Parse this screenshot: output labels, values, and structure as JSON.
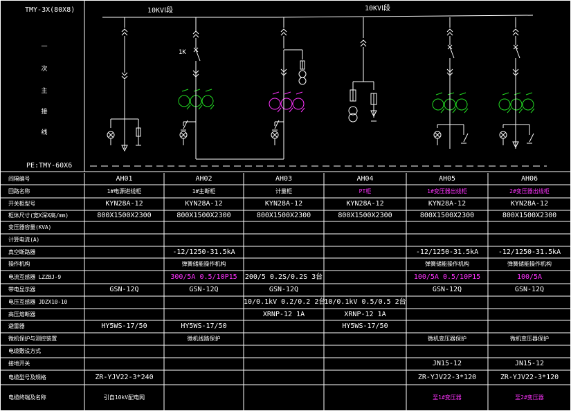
{
  "header": {
    "busbar_left_spec": "TMY-3X(80X8)",
    "vertical_title": [
      "一",
      "次",
      "主",
      "接",
      "线"
    ],
    "pe_spec": "PE:TMY-60X6",
    "bus_label_1": "10KVⅠ段",
    "bus_label_2": "10KVⅠ段",
    "switch_label_ah02": "1K"
  },
  "colors": {
    "line": "#ffffff",
    "ct_green": "#22dd22",
    "ct_magenta": "#ff33ff",
    "highlight_text": "#ff33ff"
  },
  "table": {
    "row_labels": [
      "间隔编号",
      "回路名称",
      "开关柜型号",
      "柜体尺寸(宽X深X高/mm)",
      "变压器容量(KVA)",
      "计算电流(A)",
      "真空断路器",
      "操作机构",
      "电流互感器  LZZBJ-9",
      "带电显示器",
      "电压互感器  JDZX10-10",
      "高压熔断器",
      "避雷器",
      "微机保护与测控装置",
      "电缆敷设方式",
      "接地开关",
      "电缆型号及规格",
      "电缆终端及名称"
    ],
    "columns": [
      {
        "id": "AH01",
        "cells": [
          "AH01",
          "1#电源进线柜",
          "KYN28A-12",
          "800X1500X2300",
          "",
          "",
          "",
          "",
          "",
          "GSN-12Q",
          "",
          "",
          "HY5WS-17/50",
          "",
          "",
          "",
          "ZR-YJV22-3*240",
          "引自10kV配电网"
        ]
      },
      {
        "id": "AH02",
        "cells": [
          "AH02",
          "1#主断柜",
          "KYN28A-12",
          "800X1500X2300",
          "",
          "",
          "-12/1250-31.5kA",
          "弹簧储能操作机构",
          "300/5A      0.5/10P15",
          "GSN-12Q",
          "",
          "",
          "HY5WS-17/50",
          "微机线路保护",
          "",
          "",
          "",
          ""
        ]
      },
      {
        "id": "AH03",
        "cells": [
          "AH03",
          "计量柜",
          "KYN28A-12",
          "800X1500X2300",
          "",
          "",
          "",
          "",
          "200/5    0.2S/0.2S    3台",
          "GSN-12Q",
          "10/0.1kV 0.2/0.2  2台",
          "XRNP-12     1A",
          "",
          "",
          "",
          "",
          "",
          ""
        ]
      },
      {
        "id": "AH04",
        "cells": [
          "AH04",
          "PT柜",
          "KYN28A-12",
          "800X1500X2300",
          "",
          "",
          "",
          "",
          "",
          "",
          "10/0.1kV 0.5/0.5 2台",
          "XRNP-12     1A",
          "HY5WS-17/50",
          "",
          "",
          "",
          "",
          ""
        ]
      },
      {
        "id": "AH05",
        "cells": [
          "AH05",
          "1#变压器出线柜",
          "KYN28A-12",
          "800X1500X2300",
          "",
          "",
          "-12/1250-31.5kA",
          "弹簧储能操作机构",
          "100/5A      0.5/10P15",
          "GSN-12Q",
          "",
          "",
          "",
          "微机变压器保护",
          "",
          "JN15-12",
          "ZR-YJV22-3*120",
          "至1#变压器"
        ]
      },
      {
        "id": "AH06",
        "cells": [
          "AH06",
          "2#变压器出线柜",
          "KYN28A-12",
          "800X1500X2300",
          "",
          "",
          "-12/1250-31.5kA",
          "弹簧储能操作机构",
          "100/5A",
          "GSN-12Q",
          "",
          "",
          "",
          "微机变压器保护",
          "",
          "JN15-12",
          "ZR-YJV22-3*120",
          "至2#变压器"
        ]
      }
    ],
    "highlighted_cells": [
      {
        "col": 3,
        "row": 1
      },
      {
        "col": 4,
        "row": 1
      },
      {
        "col": 5,
        "row": 1
      },
      {
        "col": 4,
        "row": 17
      },
      {
        "col": 5,
        "row": 17
      },
      {
        "col": 1,
        "row": 8
      },
      {
        "col": 4,
        "row": 8
      },
      {
        "col": 5,
        "row": 8
      }
    ]
  }
}
